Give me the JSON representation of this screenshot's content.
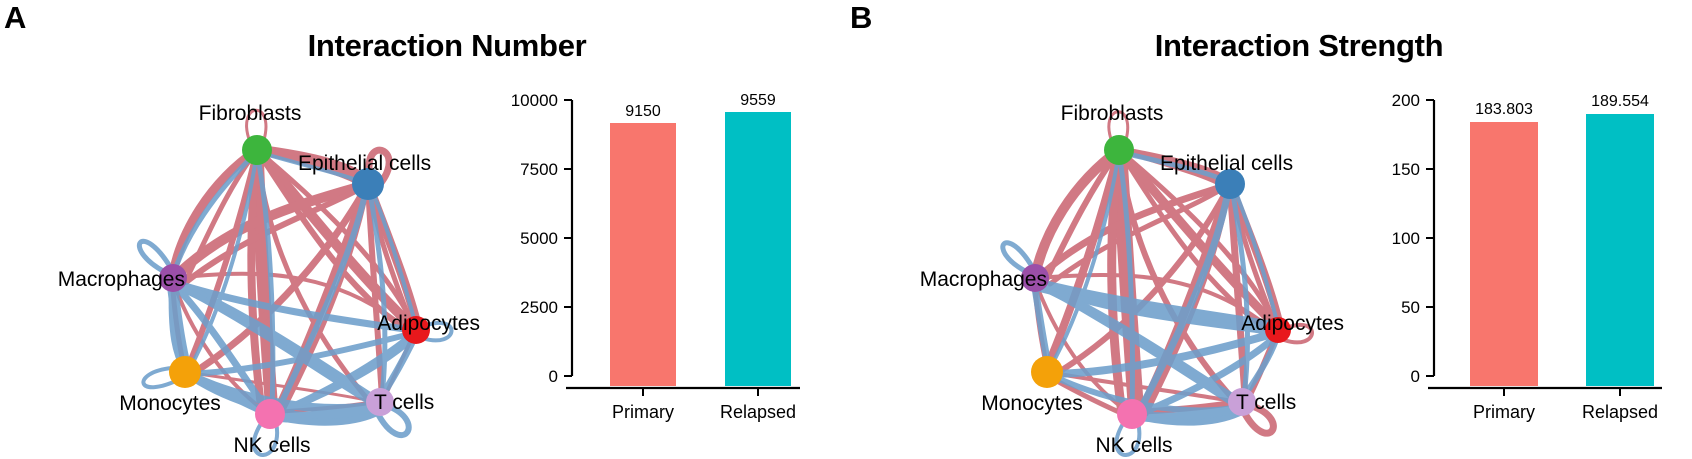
{
  "figure": {
    "background": "#ffffff",
    "panels": [
      {
        "label": "A",
        "title": "Interaction Number",
        "network": {
          "nodes": [
            {
              "name": "Fibroblasts",
              "color": "#3DB53D",
              "label_anchor": "middle"
            },
            {
              "name": "Epithelial cells",
              "color": "#3B7FB8",
              "label_anchor": "start"
            },
            {
              "name": "Adipocytes",
              "color": "#E8181C",
              "label_anchor": "end"
            },
            {
              "name": "T cells",
              "color": "#C9A0D8",
              "label_anchor": "start"
            },
            {
              "name": "NK cells",
              "color": "#F472B0",
              "label_anchor": "middle"
            },
            {
              "name": "Monocytes",
              "color": "#F4A109",
              "label_anchor": "middle"
            },
            {
              "name": "Macrophages",
              "color": "#9B4FA8",
              "label_anchor": "end"
            }
          ],
          "edge_colors": {
            "up": "#C9626F",
            "down": "#6E9FCB"
          }
        },
        "chart_data": {
          "type": "bar",
          "title": "Interaction Number",
          "categories": [
            "Primary",
            "Relapsed"
          ],
          "values": [
            9150,
            9559
          ],
          "value_labels": [
            "9150",
            "9559"
          ],
          "colors": [
            "#F8766D",
            "#00BFC4"
          ],
          "ylim": [
            0,
            10000
          ],
          "yticks": [
            0,
            2500,
            5000,
            7500,
            10000
          ],
          "ytick_labels": [
            "0",
            "2500",
            "5000",
            "7500",
            "10000"
          ],
          "xlabel": "",
          "ylabel": "",
          "grid": false,
          "legend": "none"
        }
      },
      {
        "label": "B",
        "title": "Interaction Strength",
        "network": {
          "nodes": [
            {
              "name": "Fibroblasts",
              "color": "#3DB53D",
              "label_anchor": "middle"
            },
            {
              "name": "Epithelial cells",
              "color": "#3B7FB8",
              "label_anchor": "start"
            },
            {
              "name": "Adipocytes",
              "color": "#E8181C",
              "label_anchor": "end"
            },
            {
              "name": "T cells",
              "color": "#C9A0D8",
              "label_anchor": "start"
            },
            {
              "name": "NK cells",
              "color": "#F472B0",
              "label_anchor": "middle"
            },
            {
              "name": "Monocytes",
              "color": "#F4A109",
              "label_anchor": "middle"
            },
            {
              "name": "Macrophages",
              "color": "#9B4FA8",
              "label_anchor": "end"
            }
          ],
          "edge_colors": {
            "up": "#C9626F",
            "down": "#6E9FCB"
          }
        },
        "chart_data": {
          "type": "bar",
          "title": "Interaction Strength",
          "categories": [
            "Primary",
            "Relapsed"
          ],
          "values": [
            183.803,
            189.554
          ],
          "value_labels": [
            "183.803",
            "189.554"
          ],
          "colors": [
            "#F8766D",
            "#00BFC4"
          ],
          "ylim": [
            0,
            200
          ],
          "yticks": [
            0,
            50,
            100,
            150,
            200
          ],
          "ytick_labels": [
            "0",
            "50",
            "100",
            "150",
            "200"
          ],
          "xlabel": "",
          "ylabel": "",
          "grid": false,
          "legend": "none"
        }
      }
    ]
  },
  "chart_data": [
    {
      "type": "bar",
      "title": "Interaction Number",
      "categories": [
        "Primary",
        "Relapsed"
      ],
      "values": [
        9150,
        9559
      ],
      "ylim": [
        0,
        10000
      ],
      "yticks": [
        0,
        2500,
        5000,
        7500,
        10000
      ],
      "colors": [
        "#F8766D",
        "#00BFC4"
      ],
      "xlabel": "",
      "ylabel": "",
      "grid": false
    },
    {
      "type": "bar",
      "title": "Interaction Strength",
      "categories": [
        "Primary",
        "Relapsed"
      ],
      "values": [
        183.803,
        189.554
      ],
      "ylim": [
        0,
        200
      ],
      "yticks": [
        0,
        50,
        100,
        150,
        200
      ],
      "colors": [
        "#F8766D",
        "#00BFC4"
      ],
      "xlabel": "",
      "ylabel": "",
      "grid": false
    }
  ]
}
